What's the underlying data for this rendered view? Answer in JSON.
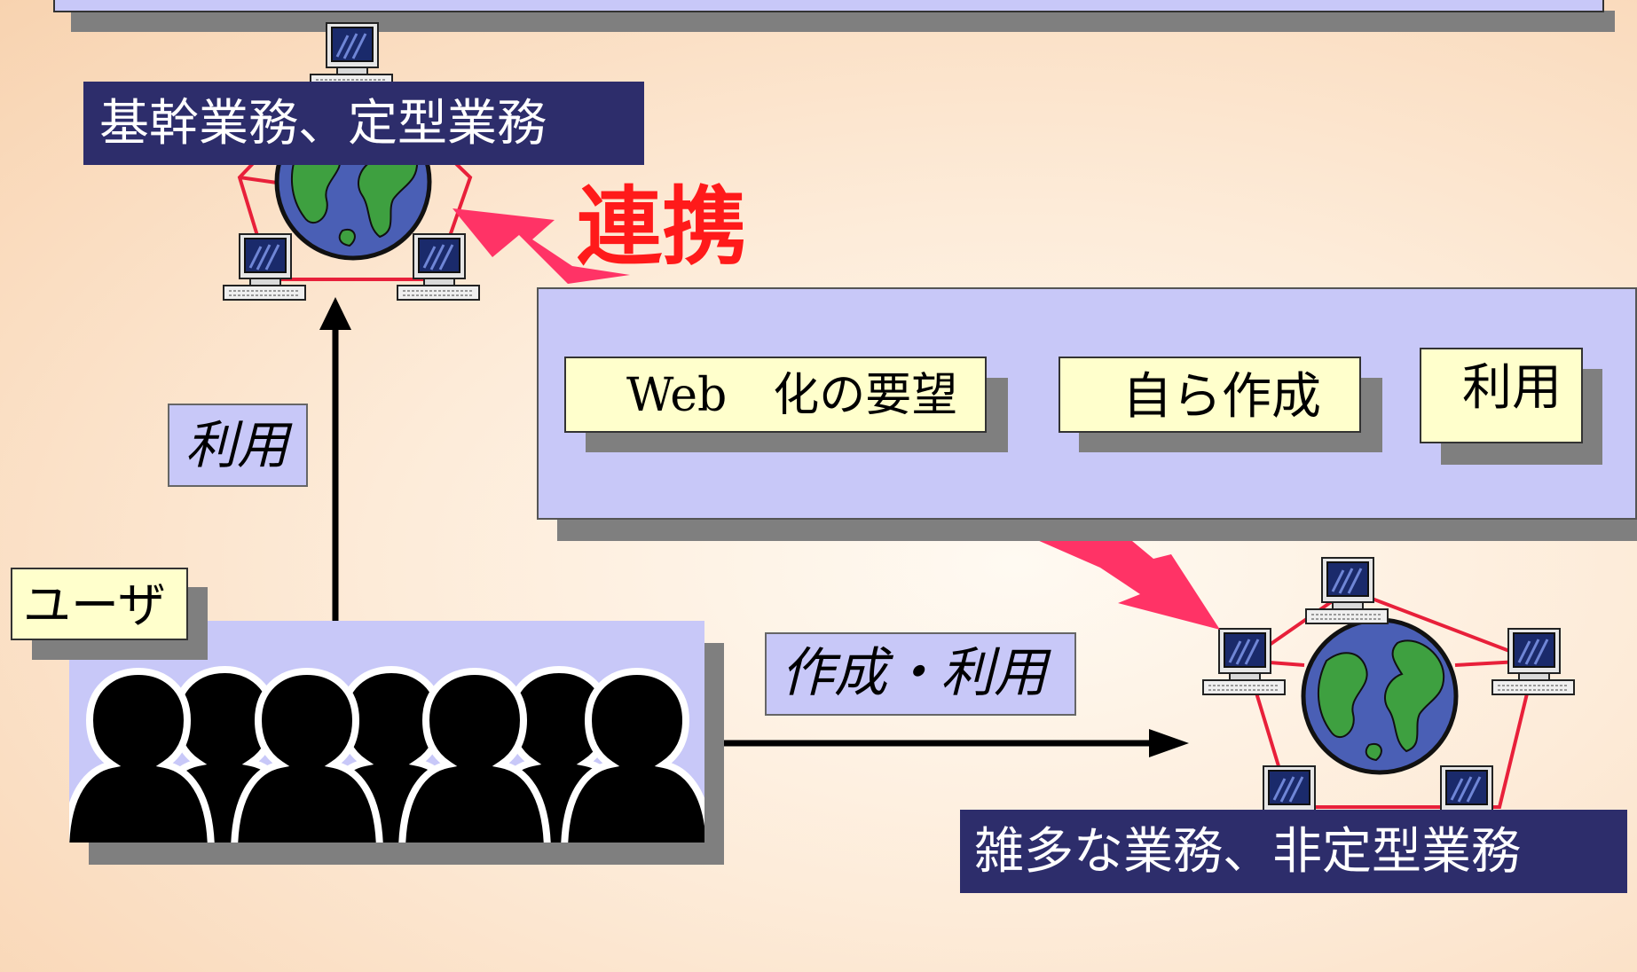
{
  "labels": {
    "core_work": "基幹業務、定型業務",
    "misc_work": "雑多な業務、非定型業務",
    "renkei": "連携",
    "use_vertical": "利用",
    "create_use": "作成・利用",
    "users": "ユーザ"
  },
  "process": {
    "step1": "Web　化の要望",
    "step2": "自ら作成",
    "step3": "利用"
  },
  "colors": {
    "lavender": "#c8c8f8",
    "navy_label": "#2d2d6b",
    "pale_yellow": "#ffffcc",
    "renkei_red": "#ff1a1a",
    "arrow_pink": "#ff3366",
    "network_red": "#e8203a",
    "globe_ocean": "#4a5fb5",
    "globe_land": "#3ea040"
  },
  "icons": {
    "network": "computer-network-globe-icon",
    "users": "people-silhouettes-icon"
  }
}
